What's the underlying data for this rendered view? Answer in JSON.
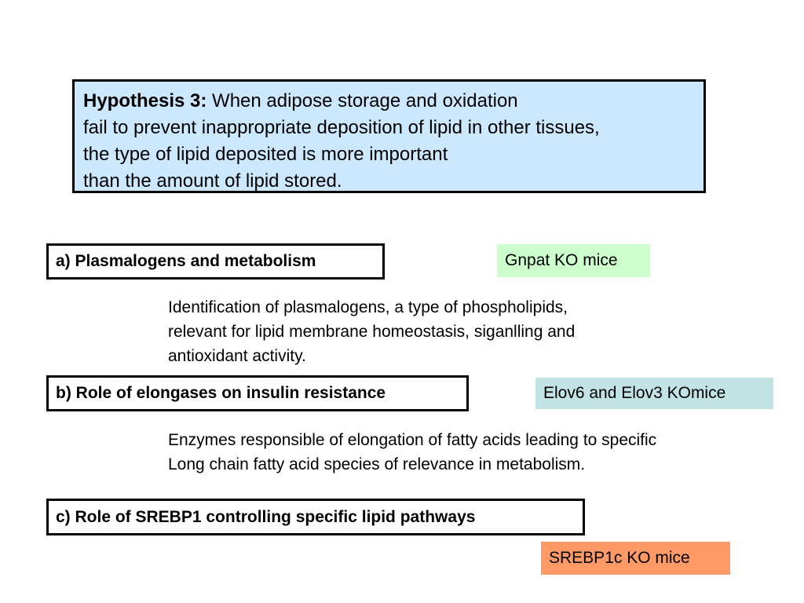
{
  "hypothesis": {
    "label": "Hypothesis 3:",
    "line1_rest": " When adipose storage and oxidation",
    "line2": "fail to prevent inappropriate deposition of lipid in other tissues,",
    "line3": "the type of lipid deposited is more important",
    "line4": "than the amount of lipid  stored.",
    "background": "#CCE8FF"
  },
  "sections": [
    {
      "title": "a) Plasmalogens and metabolism",
      "model": "Gnpat KO mice",
      "model_color": "#CCFFCC",
      "description": [
        "Identification of plasmalogens, a type of phospholipids,",
        "relevant for lipid membrane homeostasis, siganlling and",
        "antioxidant activity."
      ]
    },
    {
      "title": "b) Role of elongases on insulin resistance",
      "model": "Elov6 and Elov3 KOmice",
      "model_color": "#C2E3E3",
      "description": [
        "Enzymes responsible of elongation of fatty acids leading to specific",
        "Long chain fatty acid species of relevance in metabolism."
      ]
    },
    {
      "title": "c) Role of SREBP1 controlling specific lipid pathways",
      "model": "SREBP1c KO mice",
      "model_color": "#FF9966",
      "description": []
    }
  ]
}
